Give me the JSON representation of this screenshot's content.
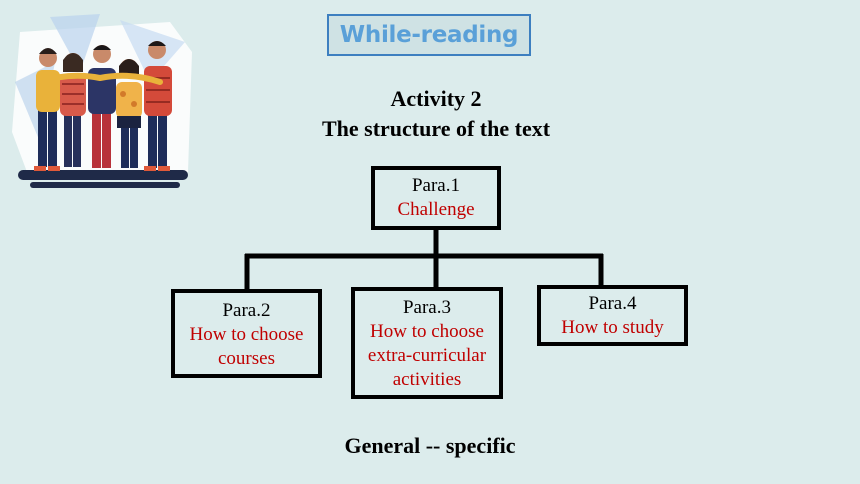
{
  "section_tag": "While-reading",
  "activity": {
    "title": "Activity 2",
    "subtitle": "The structure of the text"
  },
  "diagram": {
    "root": {
      "para": "Para.1",
      "topic": "Challenge"
    },
    "children": [
      {
        "para": "Para.2",
        "topic_lines": [
          "How to choose",
          "courses"
        ]
      },
      {
        "para": "Para.3",
        "topic_lines": [
          "How to choose",
          "extra-curricular",
          "activities"
        ]
      },
      {
        "para": "Para.4",
        "topic_lines": [
          "How to study"
        ]
      }
    ]
  },
  "footer": "General -- specific",
  "colors": {
    "background": "#dcecec",
    "topic_red": "#c00000",
    "tag_blue": "#5aa0d8",
    "tag_border": "#3d7fc0"
  }
}
